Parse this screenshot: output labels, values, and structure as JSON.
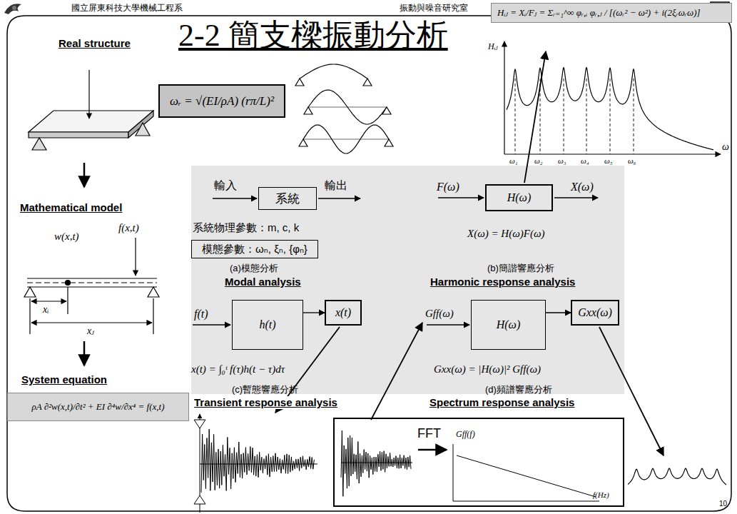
{
  "diagram": {
    "title": "2-2 簡支樑振動分析",
    "nodes": [
      {
        "text": [
          "ωᵣ = √(EI/ρA) (rπ/L)²"
        ]
      },
      {
        "text": [
          "Hᵢⱼ = Xᵢ/Fⱼ = Σᵣ₌₁^∞ φᵣ,ᵢ φᵣ,ⱼ / [(ωᵣ² − ω²) + i(2ξᵣωᵣω)]"
        ]
      },
      {
        "text": [
          "ρA ∂²w(x,t)/∂t² + EI ∂⁴w/∂x⁴ = f(x,t)"
        ]
      },
      {
        "text": [
          "輸入",
          "輸出",
          "系統物理參數：m, c, k",
          "(a)模態分析",
          "Modal analysis",
          "F(ω)",
          "X(ω)",
          "X(ω) = H(ω)F(ω)",
          "(b)簡諧響應分析",
          "Harmonic response analysis",
          "f(t)",
          "x(t) = ∫₀ᵗ f(τ)h(t − τ)dτ",
          "(c)暫態響應分析",
          "Gff(ω)",
          "Gxx(ω) = |H(ω)|² Gff(ω)",
          "(d)頻譜響應分析"
        ]
      },
      {
        "text": [
          "系統"
        ],
        "in": 3
      },
      {
        "text": [
          "模態參數：ωₙ, ξₙ, {φₙ}"
        ],
        "in": 3
      },
      {
        "text": [
          "H(ω)"
        ],
        "in": 3
      },
      {
        "text": [
          "h(t)"
        ],
        "in": 3
      },
      {
        "text": [
          "x(t)"
        ],
        "in": 3
      },
      {
        "text": [
          "H(ω)"
        ],
        "in": 3
      },
      {
        "text": [
          "Gxx(ω)"
        ],
        "in": 3
      },
      {
        "text": [
          "FFT",
          "Gff(f)",
          "f(Hz)"
        ]
      }
    ],
    "edges": [
      {
        "from": 7,
        "to": 8,
        "arrow": "to"
      },
      {
        "from": 9,
        "to": 10,
        "arrow": "to"
      }
    ],
    "labels": [
      "國立屏東科技大學機械工程系",
      "振動與噪音研究室",
      "10",
      "Real structure",
      "Mathematical model",
      "System equation",
      "f(x,t)",
      "w(x,t)",
      "xᵢ",
      "xⱼ",
      "Hᵢⱼ",
      "ω₁",
      "ω₂",
      "ω₃",
      "ω₄",
      "ω₅",
      "ω₆",
      "ω",
      "Transient response analysis",
      "Spectrum response analysis"
    ]
  }
}
